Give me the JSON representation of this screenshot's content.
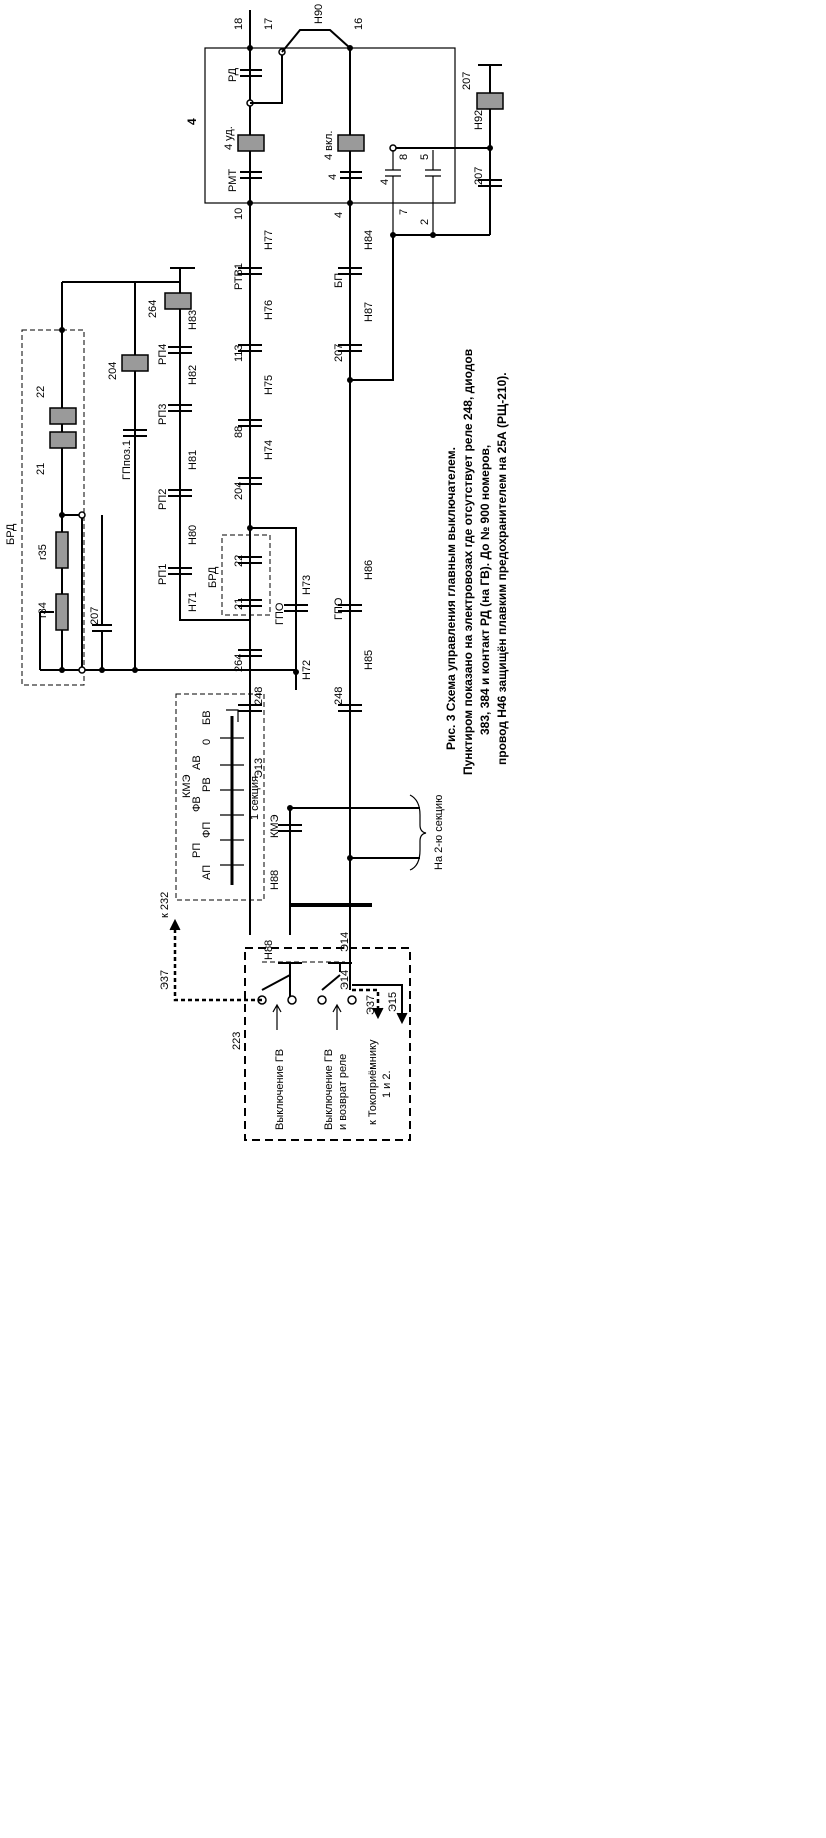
{
  "caption": {
    "line1": "Рис. 3  Схема управления главным выключателем.",
    "line2": "Пунктиром показано на электровозах  где отсутствует реле 248, диодов",
    "line3": "383, 384 и контакт РД (на ГВ). До № 900 номеров,",
    "line4": "провод Н46 защищён плавким предохранителем на 25А (РЩ-210)."
  },
  "block4": {
    "title": "4",
    "pins": [
      "18",
      "17",
      "16",
      "10",
      "4"
    ],
    "rd": "РД",
    "coil_ud": "4 уд.",
    "coil_vkl": "4 вкл.",
    "rmt": "РМТ",
    "c4a": "4",
    "c4b": "4",
    "n8": "8",
    "n5": "5",
    "n7": "7",
    "n2": "2",
    "n90": "Н90"
  },
  "relay207": {
    "label": "207",
    "wire": "Н92",
    "wire2": "207"
  },
  "upper_line": {
    "wires": [
      "Н77",
      "Н76",
      "Н75",
      "Н74"
    ],
    "nodes": [
      "РТВ1",
      "113",
      "88",
      "204"
    ],
    "left": [
      "Н73",
      "Н72",
      "248",
      "Э13",
      "КМЭ",
      "Н88"
    ],
    "gpo": "ГПО",
    "brd_small": "БРД",
    "brd_21": "21",
    "brd_22": "22",
    "n264": "264"
  },
  "lower_line": {
    "wires": [
      "Н84",
      "Н87",
      "Н86",
      "Н85"
    ],
    "nodes": [
      "БП",
      "207",
      "ГПО",
      "248",
      "Э14"
    ],
    "second_section": "На 2-ю секцию"
  },
  "rp_chain": {
    "labels": [
      "РП1",
      "РП2",
      "РП3",
      "РП4"
    ],
    "wires": [
      "Н71",
      "Н80",
      "Н81",
      "Н82",
      "Н83"
    ],
    "coil264": "264",
    "coil204": "204",
    "gppoz": "ГПпоз.1"
  },
  "brd_block": {
    "title": "БРД",
    "r34": "r34",
    "r35": "r35",
    "c21": "21",
    "c22": "22",
    "c207": "207"
  },
  "controller": {
    "positions": [
      "АП",
      "РП",
      "ФП",
      "ФВ",
      "КМЭ",
      "РВ",
      "АВ",
      "0",
      "БВ"
    ],
    "section": "1 секция"
  },
  "switch223": {
    "label": "223",
    "e37": "Э37",
    "to232": "к 232",
    "e37b": "Э37",
    "e15": "Э15",
    "btn1": "Выключение ГВ",
    "btn2a": "Выключение ГВ",
    "btn2b": "и возврат реле",
    "to_pant": "к Токоприёмнику",
    "to_pant2": "1 и 2.",
    "n88": "Н88",
    "e14": "Э14"
  }
}
